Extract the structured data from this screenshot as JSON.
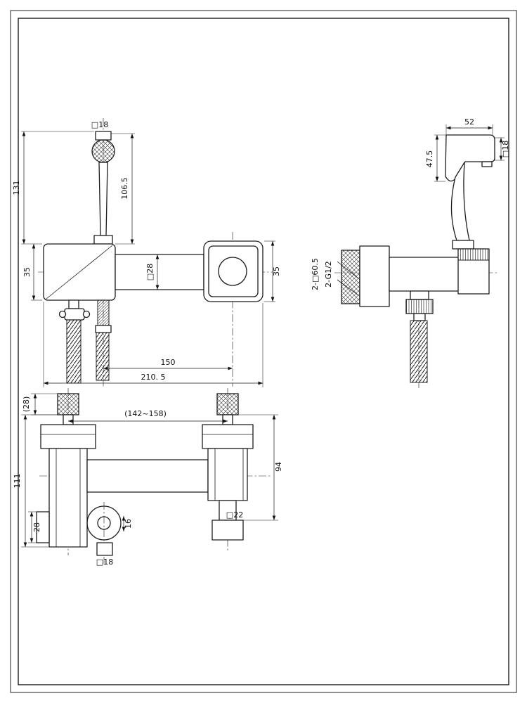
{
  "drawing": {
    "front_view": {
      "head_size": "□18",
      "hose_length": "106.5",
      "overall_height": "131",
      "body_height_left": "35",
      "bar_section": "□28",
      "body_height_right": "35",
      "hole_spacing": "150",
      "overall_width": "210. 5"
    },
    "side_view": {
      "head_length": "52",
      "head_size": "□18",
      "head_height": "47.5",
      "thread_spec": "2-G1/2",
      "flange_size": "2-□60.5"
    },
    "top_view": {
      "knob_height": "(28)",
      "mount_spacing": "(142~158)",
      "overall_depth": "111",
      "outlet_depth": "28",
      "holder_size": "16",
      "holder_square": "□18",
      "spout_size": "□22",
      "body_depth": "94"
    }
  }
}
